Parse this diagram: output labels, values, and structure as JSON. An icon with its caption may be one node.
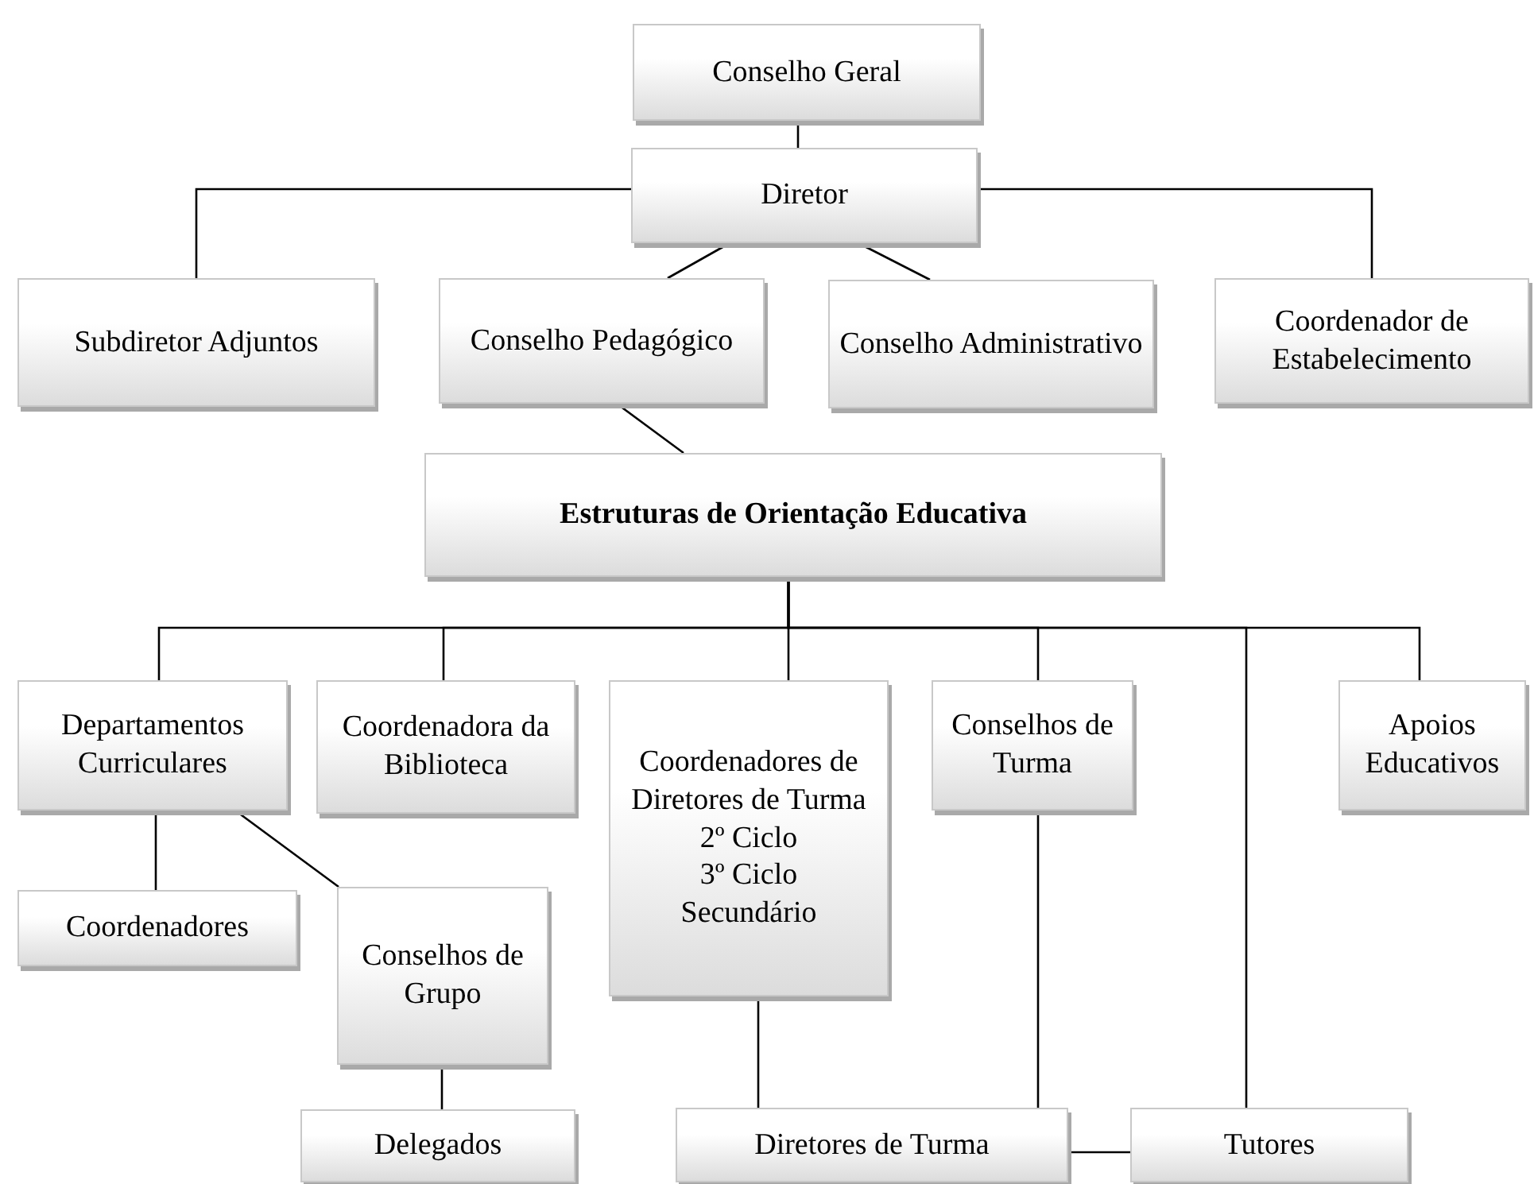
{
  "diagram": {
    "nodes": [
      {
        "text": [
          "Conselho Geral"
        ]
      },
      {
        "text": [
          "Diretor"
        ]
      },
      {
        "text": [
          "Subdiretor Adjuntos"
        ]
      },
      {
        "text": [
          "Conselho Pedagógico"
        ]
      },
      {
        "text": [
          "Conselho Administrativo"
        ]
      },
      {
        "text": [
          "Coordenador de Estabelecimento"
        ]
      },
      {
        "text": [
          "Estruturas de Orientação Educativa"
        ]
      },
      {
        "text": [
          "Departamentos Curriculares"
        ]
      },
      {
        "text": [
          "Coordenadora da Biblioteca"
        ]
      },
      {
        "text": [
          "Coordenadores de Diretores de Turma",
          "2º Ciclo",
          "3º Ciclo",
          "Secundário"
        ]
      },
      {
        "text": [
          "Conselhos de Turma"
        ]
      },
      {
        "text": [
          "Apoios Educativos"
        ]
      },
      {
        "text": [
          "Coordenadores"
        ]
      },
      {
        "text": [
          "Conselhos de Grupo"
        ]
      },
      {
        "text": [
          "Delegados"
        ]
      },
      {
        "text": [
          "Diretores de Turma"
        ]
      },
      {
        "text": [
          "Tutores"
        ]
      }
    ],
    "edges": [
      {
        "from": 0,
        "to": 1,
        "arrow": "none"
      },
      {
        "from": 1,
        "to": 2,
        "arrow": "none"
      },
      {
        "from": 1,
        "to": 3,
        "arrow": "none"
      },
      {
        "from": 1,
        "to": 4,
        "arrow": "none"
      },
      {
        "from": 1,
        "to": 5,
        "arrow": "none"
      },
      {
        "from": 3,
        "to": 6,
        "arrow": "none"
      },
      {
        "from": 6,
        "to": 7,
        "arrow": "none"
      },
      {
        "from": 6,
        "to": 8,
        "arrow": "none"
      },
      {
        "from": 6,
        "to": 9,
        "arrow": "none"
      },
      {
        "from": 6,
        "to": 10,
        "arrow": "none"
      },
      {
        "from": 6,
        "to": 16,
        "arrow": "none"
      },
      {
        "from": 6,
        "to": 11,
        "arrow": "none"
      },
      {
        "from": 7,
        "to": 12,
        "arrow": "none"
      },
      {
        "from": 7,
        "to": 13,
        "arrow": "none"
      },
      {
        "from": 13,
        "to": 14,
        "arrow": "none"
      },
      {
        "from": 9,
        "to": 15,
        "arrow": "none"
      },
      {
        "from": 10,
        "to": 15,
        "arrow": "none"
      },
      {
        "from": 15,
        "to": 16,
        "arrow": "none"
      }
    ]
  }
}
